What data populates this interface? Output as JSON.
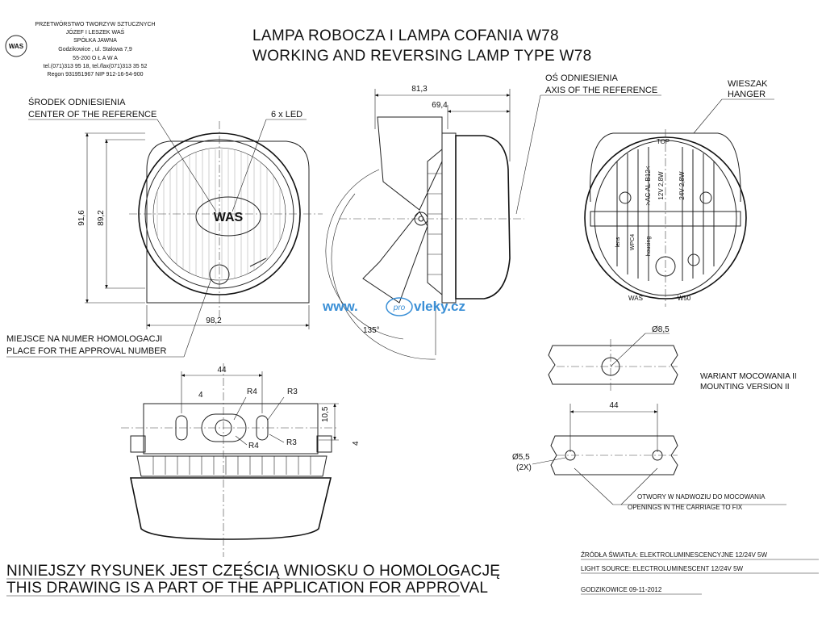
{
  "company": {
    "lines": [
      "PRZETWÓRSTWO TWORZYW SZTUCZNYCH",
      "JÓZEF I LESZEK WAŚ",
      "SPÓŁKA JAWNA",
      "Godzikowice , ul. Stalowa 7,9",
      "55-200  O Ł A W A",
      "tel.(071)313 95 18, tel./fax(071)313 35 52",
      "Regon 931951967 NIP 912-16-54-900"
    ],
    "logo_text": "WAS"
  },
  "title": {
    "line1": "LAMPA ROBOCZA I LAMPA COFANIA W78",
    "line2": "WORKING AND REVERSING LAMP TYPE W78"
  },
  "labels": {
    "center_pl": "ŚRODEK ODNIESIENIA",
    "center_en": "CENTER OF THE REFERENCE",
    "led": "6 x LED",
    "axis_pl": "OŚ ODNIESIENIA",
    "axis_en": "AXIS OF THE REFERENCE",
    "hanger_pl": "WIESZAK",
    "hanger_en": "HANGER",
    "approval_pl": "MIEJSCE NA NUMER HOMOLOGACJI",
    "approval_en": "PLACE FOR THE APPROVAL NUMBER",
    "variant_pl": "WARIANT MOCOWANIA II",
    "variant_en": "MOUNTING VERSION II",
    "holes_pl": "OTWORY W NADWOZIU DO MOCOWANIA",
    "holes_en": "OPENINGS IN THE CARRIAGE TO FIX",
    "back_top": "TOP",
    "back_was": "WAŚ",
    "back_w50": "W50",
    "back_12v": "12V 2,8W",
    "back_24v": "24V 2,8W",
    "back_acal": ">AC AL-B12<",
    "back_housing": "housing",
    "back_wpc": "WPC4",
    "back_lens": "lens",
    "lens_text": "WAS"
  },
  "dimensions": {
    "d_81_3": "81,3",
    "d_69_4": "69,4",
    "d_91_6": "91,6",
    "d_89_2": "89,2",
    "d_98_2": "98,2",
    "d_135": "135°",
    "d_44_top": "44",
    "d_4_top": "4",
    "d_r4_top": "R4",
    "d_r3_top": "R3",
    "d_10_5": "10,5",
    "d_r4_bot": "R4",
    "d_r3_bot": "R3",
    "d_4_bot": "4",
    "d_8_5": "Ø8,5",
    "d_44_right": "44",
    "d_5_5": "Ø5,5",
    "d_2x": "(2X)"
  },
  "watermark": {
    "pre": "www.",
    "mid": "pro",
    "post": "vleky.cz"
  },
  "footer": {
    "line1": "NINIEJSZY RYSUNEK JEST CZĘŚCIĄ WNIOSKU O  HOMOLOGACJĘ",
    "line2": "THIS DRAWING IS A PART OF THE APPLICATION FOR  APPROVAL"
  },
  "spec": {
    "pl": "ŹRÓDŁA ŚWIATŁA: ELEKTROLUMINESCENCYJNE   12/24V  5W",
    "en": "LIGHT SOURCE: ELECTROLUMINESCENT   12/24V  5W",
    "place_date": "GODZIKOWICE     09-11-2012"
  }
}
